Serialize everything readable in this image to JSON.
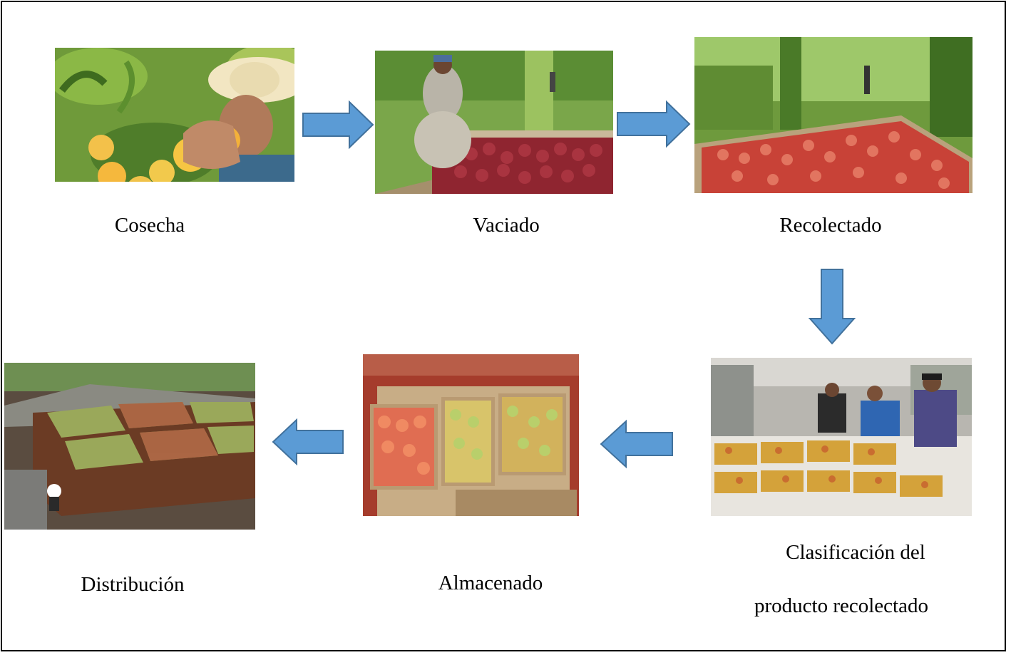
{
  "steps": [
    {
      "label": "Cosecha"
    },
    {
      "label": "Vaciado"
    },
    {
      "label": "Recolectado"
    },
    {
      "label_line1": "Clasificación del",
      "label_line2": "producto recolectado"
    },
    {
      "label": "Almacenado"
    },
    {
      "label": "Distribución"
    }
  ],
  "colors": {
    "arrow_fill": "#5b9bd5",
    "arrow_stroke": "#41719c"
  }
}
